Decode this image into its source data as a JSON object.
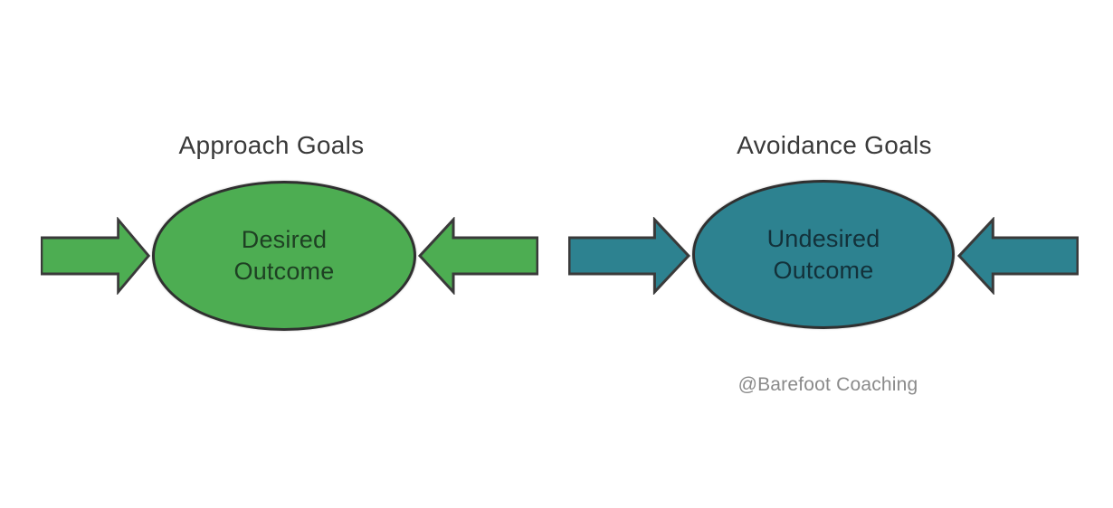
{
  "colors": {
    "background": "#ffffff",
    "outline": "#303030",
    "title_text": "#3a3a3a",
    "attribution_text": "#8a8a8a"
  },
  "panels": [
    {
      "id": "approach",
      "title": "Approach Goals",
      "outcome_lines": [
        "Desired",
        "Outcome"
      ],
      "fill_color": "#4dad52",
      "outcome_text_color": "#1e4023"
    },
    {
      "id": "avoidance",
      "title": "Avoidance Goals",
      "outcome_lines": [
        "Undesired",
        "Outcome"
      ],
      "fill_color": "#2d8290",
      "outcome_text_color": "#13313a"
    }
  ],
  "attribution": "@Barefoot Coaching"
}
